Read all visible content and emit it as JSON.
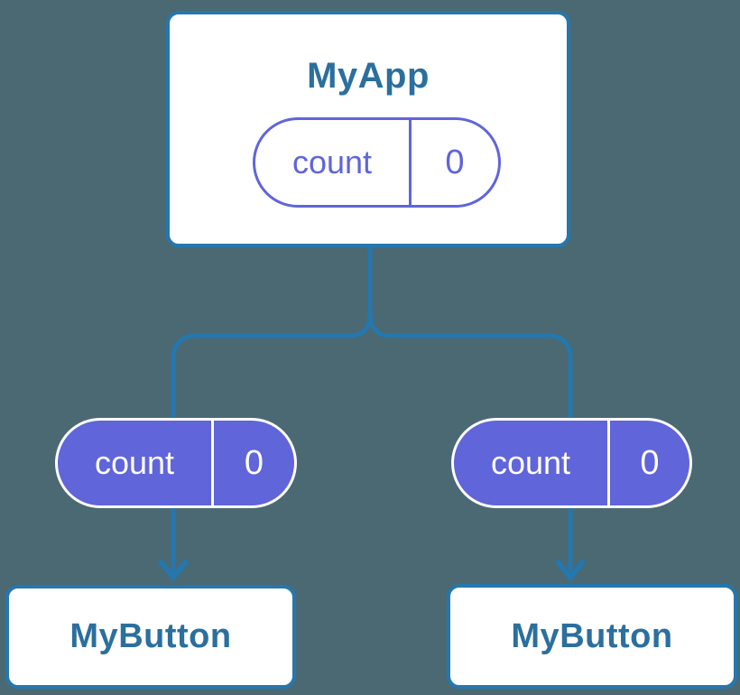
{
  "diagram": {
    "root": {
      "title": "MyApp",
      "state": {
        "label": "count",
        "value": "0"
      }
    },
    "children": [
      {
        "title": "MyButton",
        "state": {
          "label": "count",
          "value": "0"
        }
      },
      {
        "title": "MyButton",
        "state": {
          "label": "count",
          "value": "0"
        }
      }
    ]
  },
  "colors": {
    "background": "#4a6973",
    "connector": "#2577ad",
    "card-border": "#2577ad",
    "card-bg": "#ffffff",
    "title-text": "#2b6f9e",
    "state-purple": "#6065da",
    "state-text-light": "#ffffff"
  }
}
